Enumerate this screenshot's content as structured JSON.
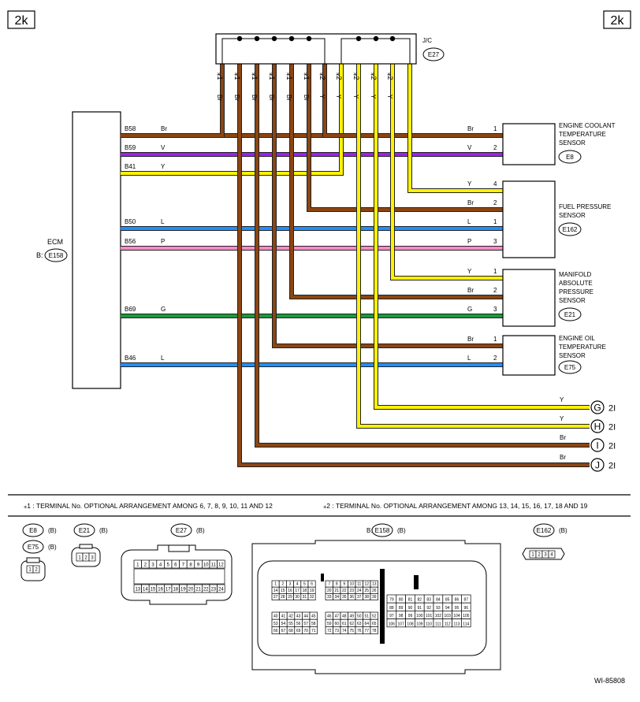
{
  "page": {
    "label_left": "2k",
    "label_right": "2k",
    "figure_id": "WI-85808"
  },
  "jc": {
    "label": "J/C",
    "connector": "E27"
  },
  "ecm": {
    "label": "ECM",
    "prefix": "B:",
    "connector": "E158"
  },
  "jc_pins": [
    {
      "mark": "⁎1",
      "wire": "Br"
    },
    {
      "mark": "⁎1",
      "wire": "Br"
    },
    {
      "mark": "⁎1",
      "wire": "Br"
    },
    {
      "mark": "⁎1",
      "wire": "Br"
    },
    {
      "mark": "⁎1",
      "wire": "Br"
    },
    {
      "mark": "⁎1",
      "wire": "Br"
    },
    {
      "mark": "⁎2",
      "wire": "Y"
    },
    {
      "mark": "⁎2",
      "wire": "Y"
    },
    {
      "mark": "⁎2",
      "wire": "Y"
    },
    {
      "mark": "⁎2",
      "wire": "Y"
    },
    {
      "mark": "⁎2",
      "wire": "Y"
    }
  ],
  "ecm_pins": [
    {
      "pin": "B58",
      "wire": "Br"
    },
    {
      "pin": "B59",
      "wire": "V"
    },
    {
      "pin": "B41",
      "wire": "Y"
    },
    {
      "pin": "B50",
      "wire": "L"
    },
    {
      "pin": "B56",
      "wire": "P"
    },
    {
      "pin": "B69",
      "wire": "G"
    },
    {
      "pin": "B46",
      "wire": "L"
    }
  ],
  "sensors": [
    {
      "name_lines": [
        "ENGINE COOLANT",
        "TEMPERATURE",
        "SENSOR"
      ],
      "connector": "E8",
      "pins": [
        {
          "wire": "Br",
          "pin": "1"
        },
        {
          "wire": "V",
          "pin": "2"
        }
      ]
    },
    {
      "name_lines": [
        "FUEL PRESSURE",
        "SENSOR"
      ],
      "connector": "E162",
      "pins": [
        {
          "wire": "Y",
          "pin": "4"
        },
        {
          "wire": "Br",
          "pin": "2"
        },
        {
          "wire": "L",
          "pin": "1"
        },
        {
          "wire": "P",
          "pin": "3"
        }
      ]
    },
    {
      "name_lines": [
        "MANIFOLD",
        "ABSOLUTE",
        "PRESSURE",
        "SENSOR"
      ],
      "connector": "E21",
      "pins": [
        {
          "wire": "Y",
          "pin": "1"
        },
        {
          "wire": "Br",
          "pin": "2"
        },
        {
          "wire": "G",
          "pin": "3"
        }
      ]
    },
    {
      "name_lines": [
        "ENGINE OIL",
        "TEMPERATURE",
        "SENSOR"
      ],
      "connector": "E75",
      "pins": [
        {
          "wire": "Br",
          "pin": "1"
        },
        {
          "wire": "L",
          "pin": "2"
        }
      ]
    }
  ],
  "offpage": [
    {
      "wire": "Y",
      "letter": "G",
      "ref": "2I"
    },
    {
      "wire": "Y",
      "letter": "H",
      "ref": "2I"
    },
    {
      "wire": "Br",
      "letter": "I",
      "ref": "2I"
    },
    {
      "wire": "Br",
      "letter": "J",
      "ref": "2I"
    }
  ],
  "notes": {
    "note1": "⁎1  : TERMINAL No. OPTIONAL ARRANGEMENT AMONG 6, 7, 8, 9, 10, 11 AND 12",
    "note2": "⁎2  : TERMINAL No. OPTIONAL ARRANGEMENT AMONG 13, 14, 15, 16, 17, 18 AND 19"
  },
  "connector_views": {
    "e8": {
      "name": "E8",
      "tag": "(B)",
      "pins": [
        "1",
        "2"
      ]
    },
    "e75": {
      "name": "E75",
      "tag": "(B)"
    },
    "e21": {
      "name": "E21",
      "tag": "(B)",
      "pins": [
        "1",
        "2",
        "3"
      ]
    },
    "e27": {
      "name": "E27",
      "tag": "(B)",
      "row1": [
        "1",
        "2",
        "3",
        "4",
        "5",
        "6",
        "7",
        "8",
        "9",
        "10",
        "11",
        "12"
      ],
      "row2": [
        "13",
        "14",
        "15",
        "16",
        "17",
        "18",
        "19",
        "20",
        "21",
        "22",
        "23",
        "24"
      ]
    },
    "e158": {
      "prefix": "B:",
      "name": "E158",
      "tag": "(B)",
      "blocks": [
        {
          "rows": [
            [
              "1",
              "2",
              "3",
              "4",
              "5",
              "6"
            ],
            [
              "14",
              "15",
              "16",
              "17",
              "18",
              "19"
            ],
            [
              "27",
              "28",
              "29",
              "30",
              "31",
              "32"
            ]
          ]
        },
        {
          "rows": [
            [
              "7",
              "8",
              "9",
              "10",
              "11",
              "12",
              "13"
            ],
            [
              "20",
              "21",
              "22",
              "23",
              "24",
              "25",
              "26"
            ],
            [
              "33",
              "34",
              "35",
              "36",
              "37",
              "38",
              "39"
            ]
          ]
        },
        {
          "rows": [
            [
              "79",
              "80",
              "81",
              "82",
              "83",
              "84",
              "85",
              "86",
              "87"
            ],
            [
              "88",
              "89",
              "90",
              "91",
              "92",
              "93",
              "94",
              "95",
              "96"
            ],
            [
              "97",
              "98",
              "99",
              "100",
              "101",
              "102",
              "103",
              "104",
              "105"
            ],
            [
              "106",
              "107",
              "108",
              "109",
              "110",
              "111",
              "112",
              "113",
              "114"
            ]
          ]
        },
        {
          "rows": [
            [
              "40",
              "41",
              "42",
              "43",
              "44",
              "45"
            ],
            [
              "53",
              "54",
              "55",
              "56",
              "57",
              "58"
            ],
            [
              "66",
              "67",
              "68",
              "69",
              "70",
              "71"
            ]
          ]
        },
        {
          "rows": [
            [
              "46",
              "47",
              "48",
              "49",
              "50",
              "51",
              "52"
            ],
            [
              "59",
              "60",
              "61",
              "62",
              "63",
              "64",
              "65"
            ],
            [
              "72",
              "73",
              "74",
              "75",
              "76",
              "77",
              "78"
            ]
          ]
        }
      ]
    },
    "e162": {
      "name": "E162",
      "tag": "(B)",
      "pins": [
        "1",
        "2",
        "3",
        "4"
      ]
    }
  },
  "colors": {
    "Br": "#8B4513",
    "V": "#A020F0",
    "Y": "#FFF200",
    "L": "#1E90FF",
    "P": "#FF88CC",
    "G": "#1A9A3A"
  }
}
